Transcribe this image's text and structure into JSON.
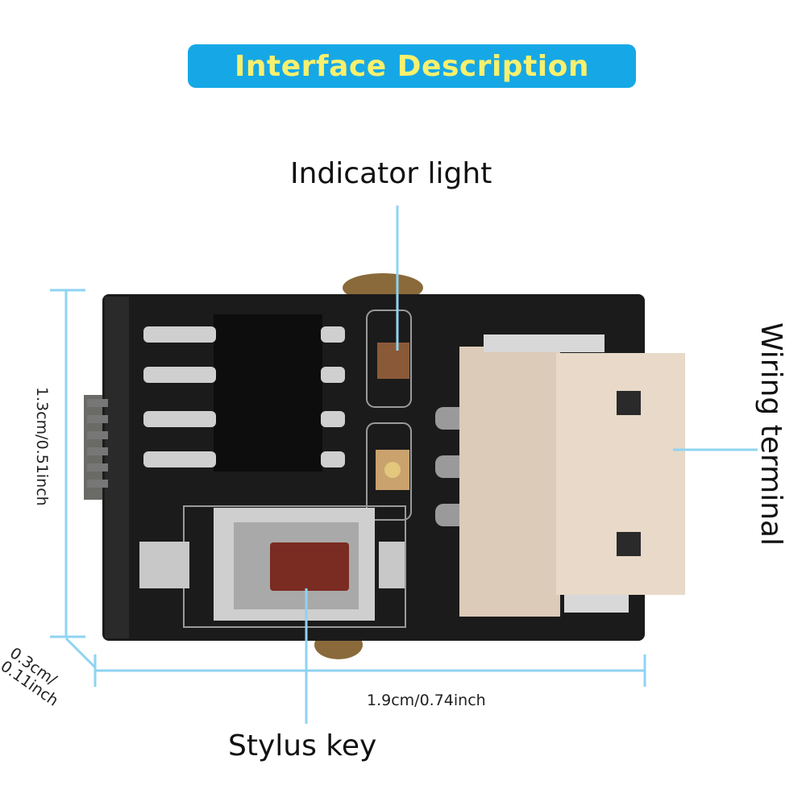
{
  "header": {
    "title": "Interface Description"
  },
  "callouts": {
    "indicator_light": "Indicator light",
    "wiring_terminal": "Wiring terminal",
    "stylus_key": "Stylus key"
  },
  "dimensions": {
    "height": "1.3cm/0.51inch",
    "width": "1.9cm/0.74inch",
    "thickness_line1": "0.3cm/",
    "thickness_line2": "0.11inch"
  },
  "colors": {
    "banner": "#16a8e6",
    "banner_text": "#f7f06e",
    "dimension_line": "#8fd3f2",
    "pcb": "#1b1b1b",
    "button": "#7a2b22",
    "connector": "#e8d9c8"
  }
}
